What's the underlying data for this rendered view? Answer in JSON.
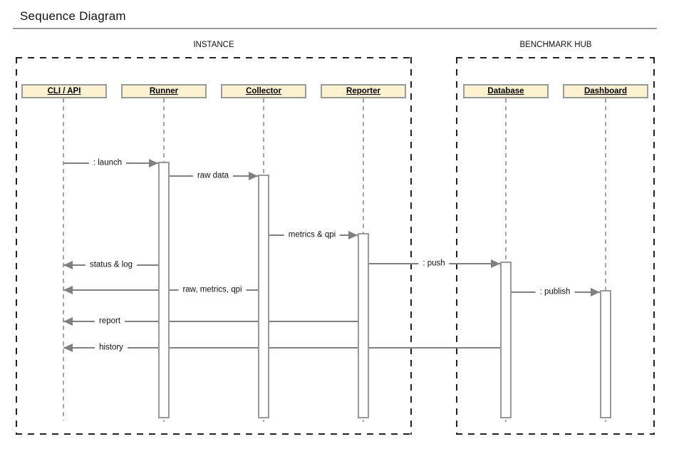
{
  "title": "Sequence Diagram",
  "frames": {
    "instance": {
      "label": "INSTANCE"
    },
    "benchmark_hub": {
      "label": "BENCHMARK HUB"
    }
  },
  "lifelines": {
    "cli_api": {
      "label": "CLI / API"
    },
    "runner": {
      "label": "Runner"
    },
    "collector": {
      "label": "Collector"
    },
    "reporter": {
      "label": "Reporter"
    },
    "database": {
      "label": "Database"
    },
    "dashboard": {
      "label": "Dashboard"
    }
  },
  "messages": {
    "launch": {
      "label": ": launch",
      "from": "CLI / API",
      "to": "Runner"
    },
    "raw_data": {
      "label": "raw data",
      "from": "Runner",
      "to": "Collector"
    },
    "metrics_qpi": {
      "label": "metrics & qpi",
      "from": "Collector",
      "to": "Reporter"
    },
    "push": {
      "label": ": push",
      "from": "Reporter",
      "to": "Database"
    },
    "publish": {
      "label": ": publish",
      "from": "Database",
      "to": "Dashboard"
    },
    "status_log": {
      "label": "status & log",
      "from": "Runner",
      "to": "CLI / API"
    },
    "raw_metrics_qpi": {
      "label": "raw, metrics, qpi",
      "from": "Collector",
      "to": "CLI / API"
    },
    "report": {
      "label": "report",
      "from": "Reporter",
      "to": "CLI / API"
    },
    "history": {
      "label": "history",
      "from": "Database",
      "to": "CLI / API"
    }
  },
  "colors": {
    "lifeline_head_fill": "#FCF2CF",
    "lifeline_head_border": "#999999",
    "activation_fill": "#FFFFFF",
    "activation_border": "#999999",
    "message_line": "#808080",
    "lifeline_dash": "#A6A6A6",
    "frame_border": "#222222",
    "title_rule": "#999999",
    "text": "#000000"
  }
}
